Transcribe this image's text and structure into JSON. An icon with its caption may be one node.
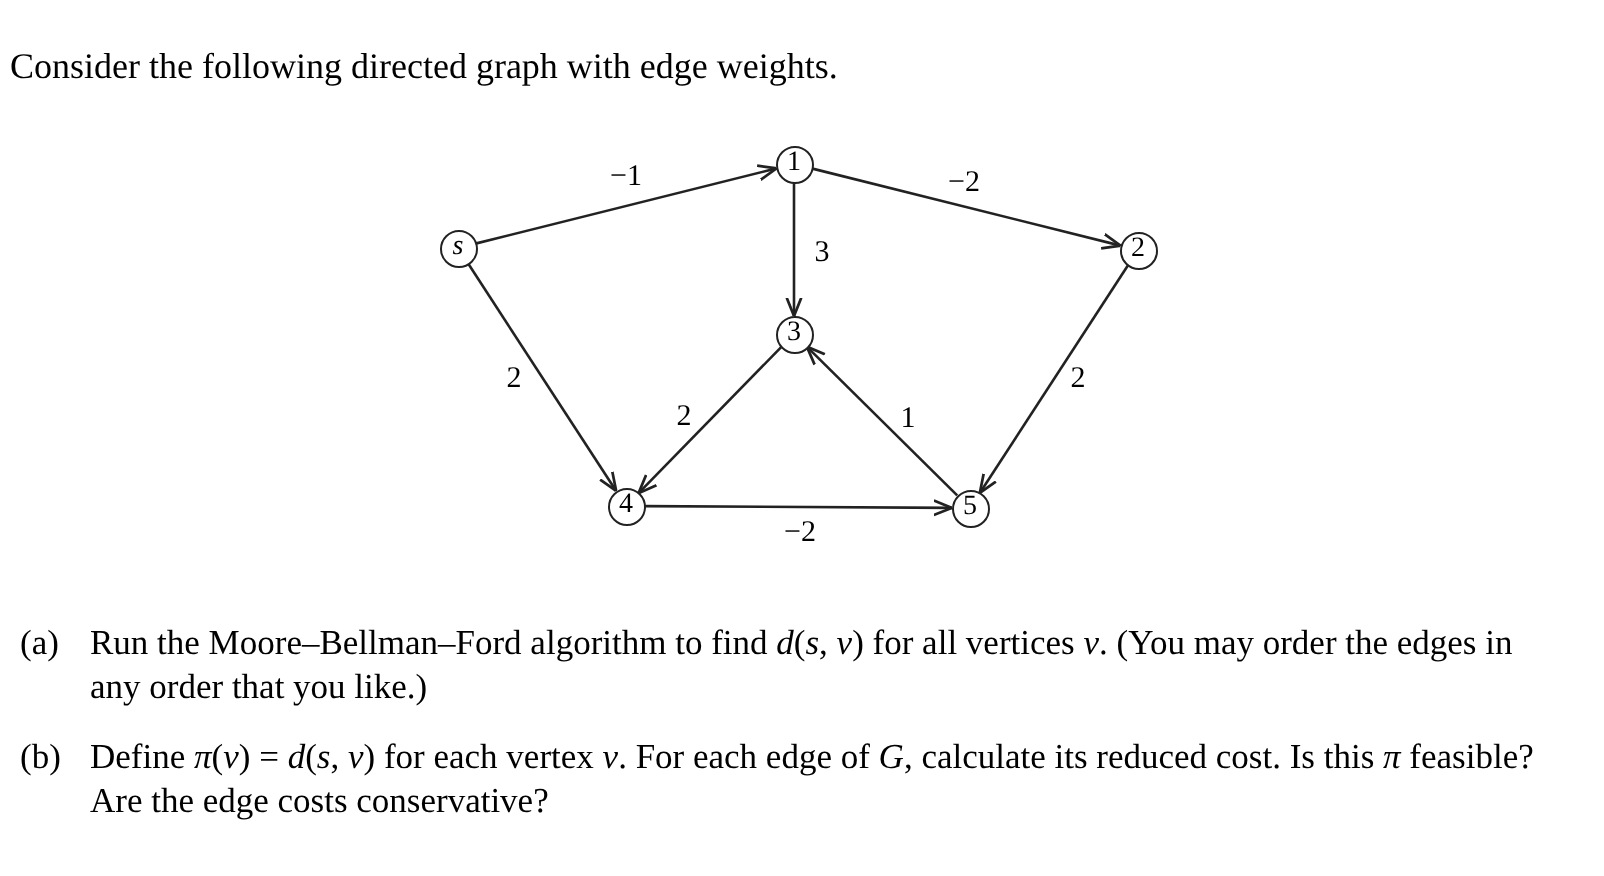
{
  "diagram": {
    "title": "Consider the following directed graph with edge weights.",
    "nodes": [
      {
        "text": [
          "s"
        ]
      },
      {
        "text": [
          "1"
        ]
      },
      {
        "text": [
          "2"
        ]
      },
      {
        "text": [
          "3"
        ]
      },
      {
        "text": [
          "4"
        ]
      },
      {
        "text": [
          "5"
        ]
      }
    ],
    "edges": [
      {
        "from": 0,
        "to": 1,
        "arrow": "to",
        "label": "−1"
      },
      {
        "from": 1,
        "to": 2,
        "arrow": "to",
        "label": "−2"
      },
      {
        "from": 1,
        "to": 3,
        "arrow": "to",
        "label": "3"
      },
      {
        "from": 0,
        "to": 4,
        "arrow": "to",
        "label": "2"
      },
      {
        "from": 3,
        "to": 4,
        "arrow": "to",
        "label": "2"
      },
      {
        "from": 5,
        "to": 3,
        "arrow": "to",
        "label": "1"
      },
      {
        "from": 2,
        "to": 5,
        "arrow": "to",
        "label": "2"
      },
      {
        "from": 4,
        "to": 5,
        "arrow": "to",
        "label": "−2"
      }
    ],
    "labels": [
      "(a)",
      "Run the Moore–Bellman–Ford algorithm to find *d*(*s*, *v*) for all vertices *v*. (You may order the edges in any order that you like.)",
      "(b)",
      "Define *π*(*v*) = *d*(*s*, *v*) for each vertex *v*. For each edge of *G*, calculate its reduced cost. Is this *π* feasible? Are the edge costs conservative?"
    ]
  }
}
